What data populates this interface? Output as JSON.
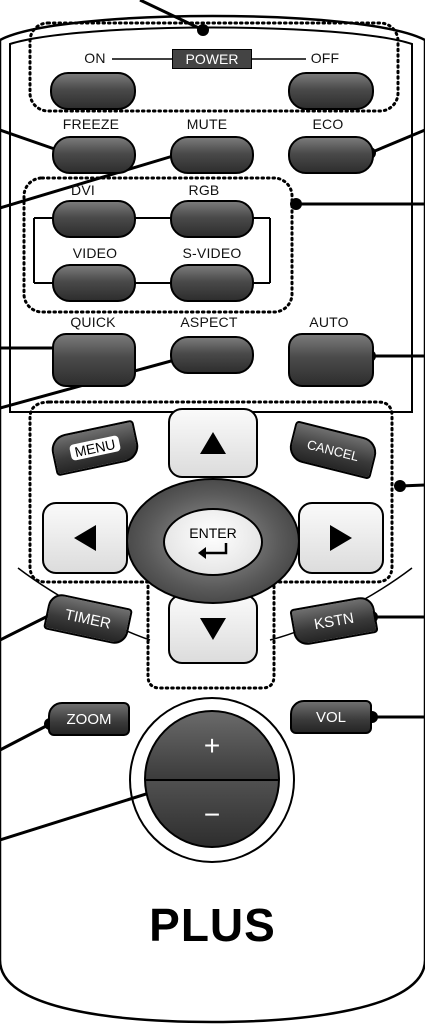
{
  "power": {
    "group_label": "POWER",
    "on_label": "ON",
    "off_label": "OFF"
  },
  "row2": {
    "freeze_label": "FREEZE",
    "mute_label": "MUTE",
    "eco_label": "ECO"
  },
  "source": {
    "dvi_label": "DVI",
    "rgb_label": "RGB",
    "video_label": "VIDEO",
    "svideo_label": "S-VIDEO"
  },
  "row4": {
    "quick_label": "QUICK",
    "aspect_label": "ASPECT",
    "auto_label": "AUTO"
  },
  "nav": {
    "menu_label": "MENU",
    "cancel_label": "CANCEL",
    "enter_label": "ENTER"
  },
  "row6": {
    "timer_label": "TIMER",
    "kstn_label": "KSTN"
  },
  "row7": {
    "zoom_label": "ZOOM",
    "vol_label": "VOL",
    "plus_sign": "+",
    "minus_sign": "−"
  },
  "brand": {
    "logo": "PLUS"
  },
  "colors": {
    "body": "#ffffff",
    "button_dark": "#3a3a3a",
    "button_light": "#e8e8e8",
    "outline": "#000000"
  },
  "icons": [
    "arrow-up-icon",
    "arrow-down-icon",
    "arrow-left-icon",
    "arrow-right-icon",
    "enter-return-icon"
  ]
}
